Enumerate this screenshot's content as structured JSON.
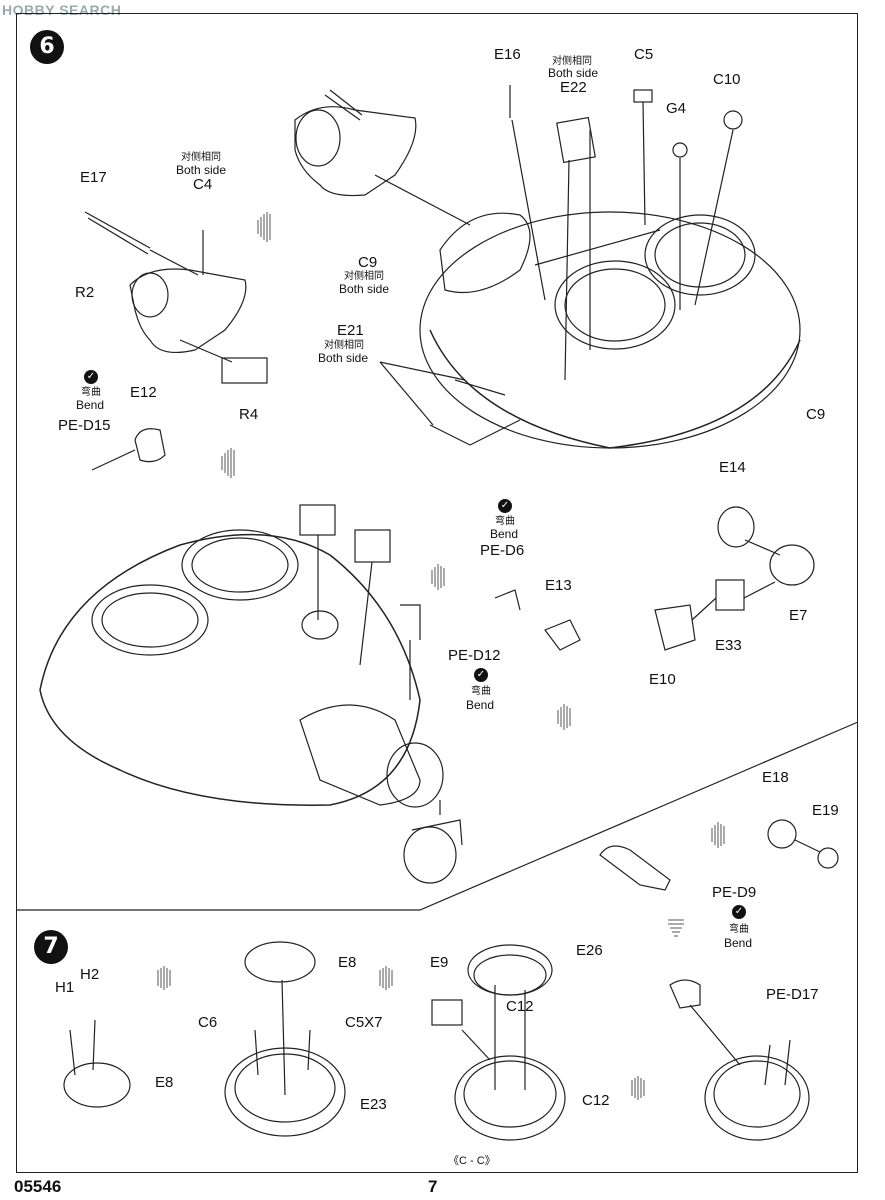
{
  "watermark": "HOBBY SEARCH",
  "steps": {
    "six": "6",
    "seven": "7"
  },
  "labels": {
    "E16": "E16",
    "E22": "E22",
    "C5": "C5",
    "G4": "G4",
    "C10": "C10",
    "E17": "E17",
    "C4": "C4",
    "R2": "R2",
    "R4": "R4",
    "C9a": "C9",
    "C9b": "C9",
    "E21": "E21",
    "E12": "E12",
    "PE_D15": "PE-D15",
    "E14": "E14",
    "E7": "E7",
    "E33": "E33",
    "E10": "E10",
    "PE_D6": "PE-D6",
    "E13": "E13",
    "PE_D12": "PE-D12",
    "E18": "E18",
    "E19": "E19",
    "PE_D9": "PE-D9",
    "H1": "H1",
    "H2": "H2",
    "E8a": "E8",
    "E8b": "E8",
    "C6": "C6",
    "C5X7": "C5X7",
    "E23": "E23",
    "E9": "E9",
    "E26": "E26",
    "C12a": "C12",
    "C12b": "C12",
    "PE_D17": "PE-D17"
  },
  "notes": {
    "both_side_cn": "对侧相同",
    "both_side_en": "Both side",
    "bend_cn": "弯曲",
    "bend_en": "Bend",
    "bend_icon": "✓"
  },
  "footer": {
    "code": "05546",
    "page": "7",
    "section": "《C - C》"
  }
}
